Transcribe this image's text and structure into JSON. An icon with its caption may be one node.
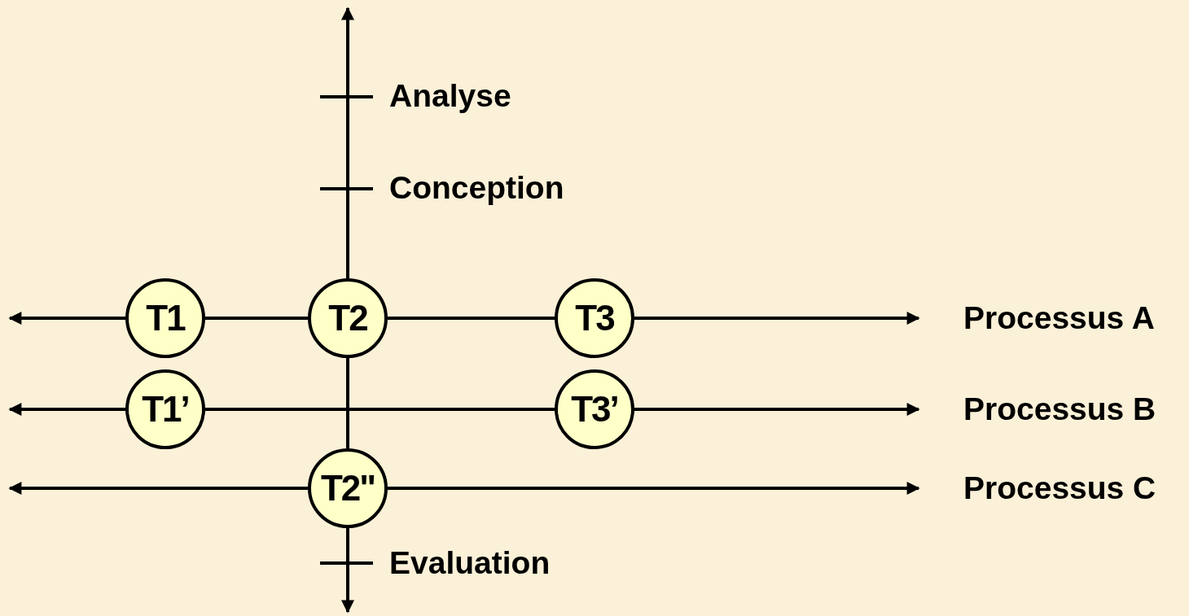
{
  "diagram": {
    "nodes": [
      {
        "text": [
          "T1"
        ]
      },
      {
        "text": [
          "T2"
        ]
      },
      {
        "text": [
          "T3"
        ]
      },
      {
        "text": [
          "T1’"
        ]
      },
      {
        "text": [
          "T3’"
        ]
      },
      {
        "text": [
          "T2\""
        ]
      }
    ],
    "edges": [
      {
        "from": 0,
        "to": null,
        "arrow": "to"
      },
      {
        "from": 0,
        "to": 1,
        "arrow": "none"
      },
      {
        "from": 1,
        "to": 2,
        "arrow": "none"
      },
      {
        "from": 2,
        "to": null,
        "arrow": "to"
      },
      {
        "from": 3,
        "to": null,
        "arrow": "to"
      },
      {
        "from": 3,
        "to": 4,
        "arrow": "none"
      },
      {
        "from": 4,
        "to": null,
        "arrow": "to"
      },
      {
        "from": 5,
        "to": null,
        "arrow": "to"
      },
      {
        "from": 5,
        "to": null,
        "arrow": "to"
      },
      {
        "from": 1,
        "to": null,
        "arrow": "to"
      },
      {
        "from": 1,
        "to": 5,
        "arrow": "none"
      },
      {
        "from": 5,
        "to": null,
        "arrow": "to"
      }
    ],
    "labels": [
      "Analyse",
      "Conception",
      "Processus A",
      "Processus B",
      "Processus C",
      "Evaluation"
    ]
  }
}
